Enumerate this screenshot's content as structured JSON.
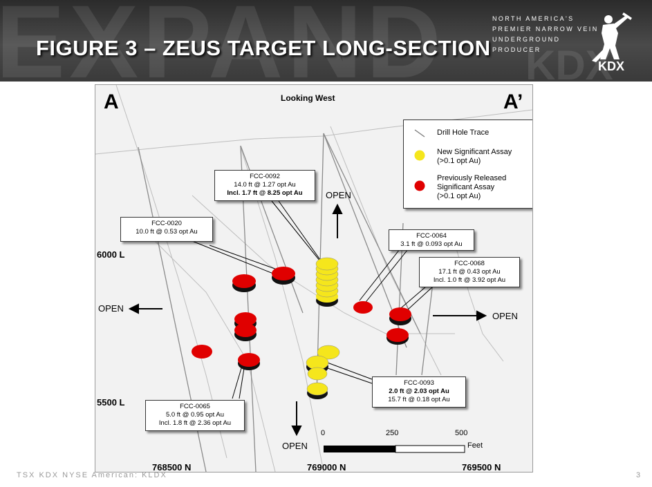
{
  "header": {
    "title": "FIGURE 3 – ZEUS TARGET LONG-SECTION",
    "watermark": "EXPAND",
    "tagline": [
      "NORTH AMERICA'S",
      "PREMIER NARROW VEIN",
      "UNDERGROUND",
      "PRODUCER"
    ],
    "logo_text": "KDX",
    "logo_watermark": "KDX"
  },
  "figure": {
    "section_start": "A",
    "section_end": "A’",
    "view": "Looking West",
    "levels": [
      "6000 L",
      "5500 L"
    ],
    "open_labels": {
      "left": "OPEN",
      "right": "OPEN",
      "top": "OPEN",
      "bottom": "OPEN"
    },
    "northings": [
      "768500 N",
      "769000 N",
      "769500 N"
    ]
  },
  "legend": {
    "drill_trace": "Drill Hole Trace",
    "new_assay": [
      "New Significant Assay",
      "(>0.1 opt Au)"
    ],
    "prev_assay": [
      "Previously Released",
      "Significant Assay",
      "(>0.1 opt Au)"
    ],
    "colors": {
      "new": "#f5e61c",
      "previous": "#e00000"
    }
  },
  "callouts": {
    "fcc0092": {
      "hole": "FCC-0092",
      "line1": "14.0 ft @ 1.27 opt Au",
      "line2": "Incl. 1.7 ft @ 8.25 opt Au"
    },
    "fcc0020": {
      "hole": "FCC-0020",
      "line1": "10.0 ft @ 0.53 opt Au"
    },
    "fcc0064": {
      "hole": "FCC-0064",
      "line1": "3.1 ft @ 0.093 opt Au"
    },
    "fcc0068": {
      "hole": "FCC-0068",
      "line1": "17.1 ft @ 0.43 opt Au",
      "line2": "Incl. 1.0 ft @ 3.92 opt Au"
    },
    "fcc0093": {
      "hole": "FCC-0093",
      "line1": "2.0 ft @ 2.03 opt Au",
      "line2": "15.7 ft @ 0.18 opt Au"
    },
    "fcc0065": {
      "hole": "FCC-0065",
      "line1": "5.0 ft @ 0.95 opt Au",
      "line2": "Incl. 1.8 ft @ 2.36 opt Au"
    }
  },
  "scale": {
    "ticks": [
      "0",
      "250",
      "500"
    ],
    "unit": "Feet"
  },
  "footer": {
    "text": "TSX KDX NYSE American: KLDX",
    "page": "3"
  }
}
